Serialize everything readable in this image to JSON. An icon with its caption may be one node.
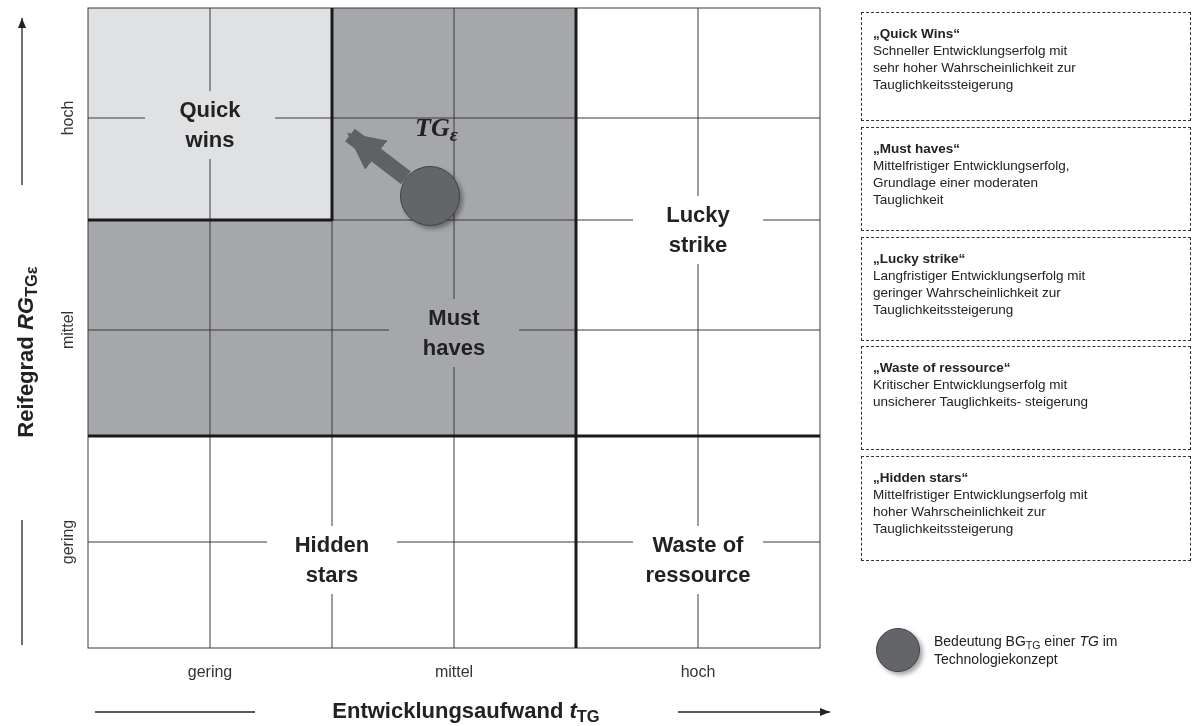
{
  "diagram": {
    "nodes": [
      {
        "text": [
          "Quick wins"
        ]
      },
      {
        "text": [
          "Must haves"
        ]
      },
      {
        "text": [
          "Lucky strike"
        ]
      },
      {
        "text": [
          "Hidden stars"
        ]
      },
      {
        "text": [
          "Waste of ressource"
        ]
      },
      {
        "text": [],
        "shape": "circle",
        "beside": [
          "TG$_{ε}$"
        ],
        "in": 1
      },
      {
        "text": [
          "„Quick Wins“",
          "Schneller Entwicklungserfolg mit sehr hoher Wahrscheinlichkeit zur Tauglichkeitssteigerung"
        ]
      },
      {
        "text": [
          "„Must haves“",
          "Mittelfristiger Entwicklungserfolg, Grundlage einer moderaten Tauglichkeit"
        ]
      },
      {
        "text": [
          "„Lucky strike“",
          "Langfristiger Entwicklungserfolg mit geringer Wahrscheinlichkeit zur Tauglichkeitssteigerung"
        ]
      },
      {
        "text": [
          "„Waste of ressource“",
          "Kritischer Entwicklungserfolg mit unsicherer Tauglichkeits- steigerung"
        ]
      },
      {
        "text": [
          "„Hidden stars“",
          "Mittelfristiger Entwicklungserfolg mit hoher Wahrscheinlichkeit zur Tauglichkeitssteigerung"
        ]
      }
    ],
    "edges": [
      {
        "from": 5,
        "to": 0,
        "arrow": "to"
      }
    ],
    "labels": [
      "hoch",
      "mittel",
      "gering",
      "Reifegrad *RG*$_{TGε}$",
      "gering",
      "mittel",
      "hoch",
      "Entwicklungsaufwand *t*$_{TG}$"
    ],
    "legend": [
      {
        "text": "Bedeutung BG$_{TG}$ einer *TG* im Technologiekonzept"
      }
    ]
  }
}
